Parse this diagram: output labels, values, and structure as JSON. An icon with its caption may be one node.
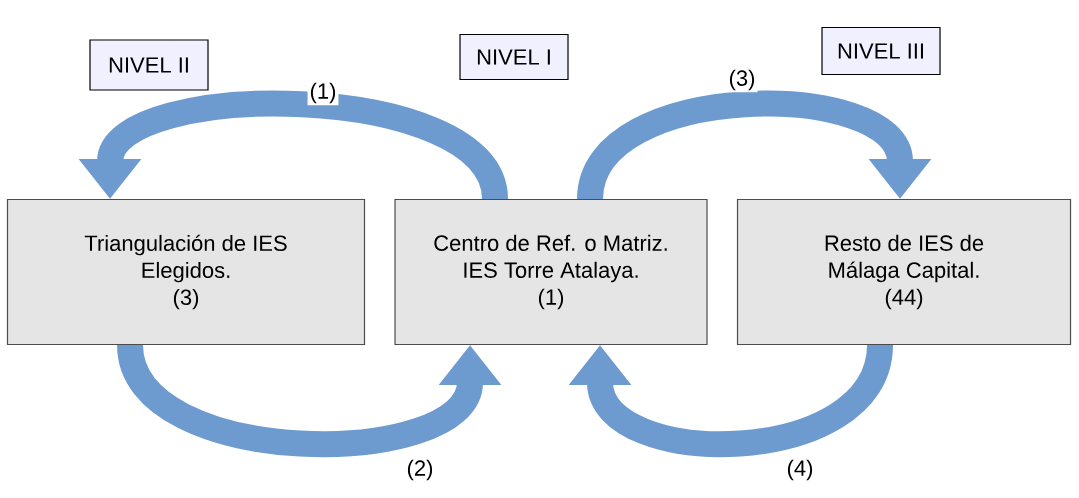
{
  "diagram": {
    "nodes": [
      {
        "text": [
          "NIVEL II"
        ]
      },
      {
        "text": [
          "NIVEL I"
        ]
      },
      {
        "text": [
          "NIVEL III"
        ]
      },
      {
        "text": [
          "Triangulación de IES Elegidos.",
          "(3)"
        ]
      },
      {
        "text": [
          "Centro de Ref. o Matriz. IES Torre Atalaya.",
          "(1)"
        ]
      },
      {
        "text": [
          "Resto de IES de Málaga Capital.",
          "(44)"
        ]
      }
    ],
    "edges": [
      {
        "from": 4,
        "to": 3,
        "arrow": "to",
        "label": "(1)"
      },
      {
        "from": 4,
        "to": 5,
        "arrow": "to",
        "label": "(3)"
      },
      {
        "from": 3,
        "to": 4,
        "arrow": "to",
        "label": "(2)"
      },
      {
        "from": 5,
        "to": 4,
        "arrow": "to",
        "label": "(4)"
      }
    ]
  }
}
